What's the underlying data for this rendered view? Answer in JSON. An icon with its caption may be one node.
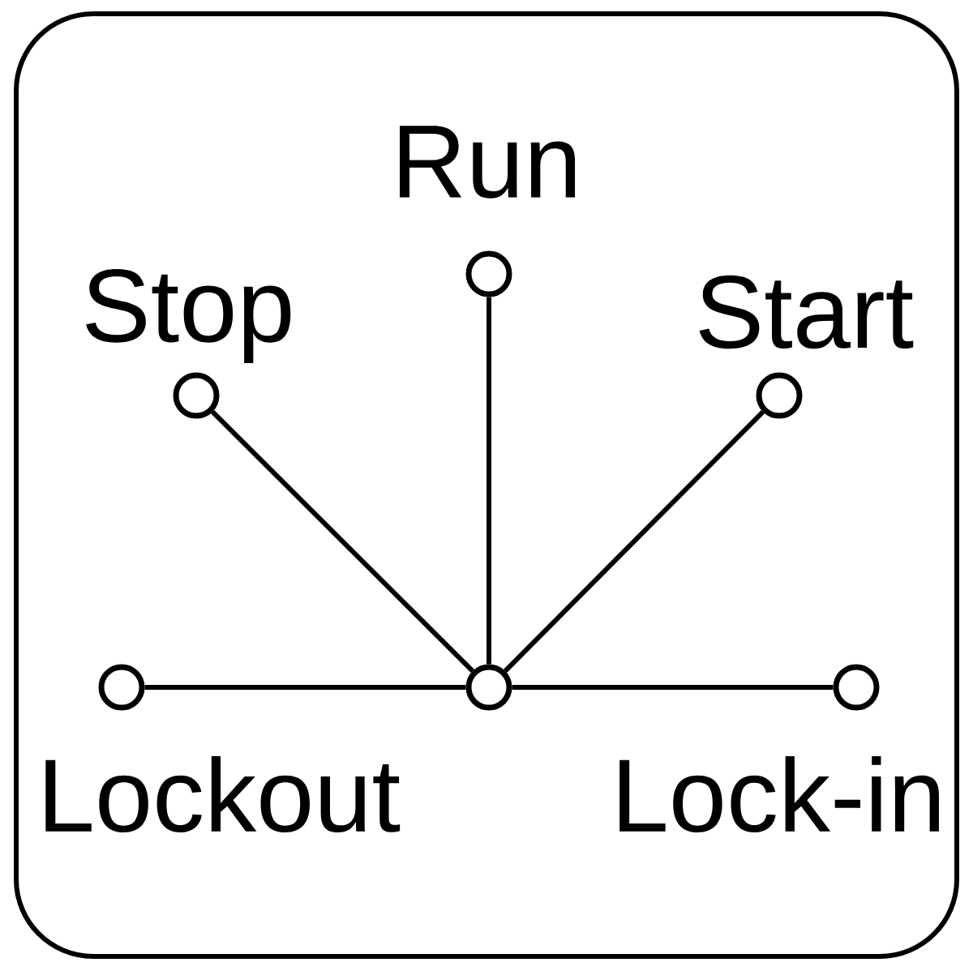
{
  "diagram": {
    "nodes": [
      {
        "text": [],
        "shape": "circle",
        "beside": [
          "Run"
        ]
      },
      {
        "text": [],
        "shape": "circle",
        "beside": [
          "Stop"
        ]
      },
      {
        "text": [],
        "shape": "circle",
        "beside": [
          "Start"
        ]
      },
      {
        "text": [],
        "shape": "circle",
        "beside": [
          "Lockout"
        ]
      },
      {
        "text": [],
        "shape": "circle"
      },
      {
        "text": [],
        "shape": "circle",
        "beside": [
          "Lock-in"
        ]
      }
    ],
    "edges": [
      {
        "from": 4,
        "to": 1,
        "arrow": "none"
      },
      {
        "from": 4,
        "to": 0,
        "arrow": "none"
      },
      {
        "from": 4,
        "to": 2,
        "arrow": "none"
      },
      {
        "from": 4,
        "to": 3,
        "arrow": "none"
      },
      {
        "from": 4,
        "to": 5,
        "arrow": "none"
      }
    ]
  }
}
